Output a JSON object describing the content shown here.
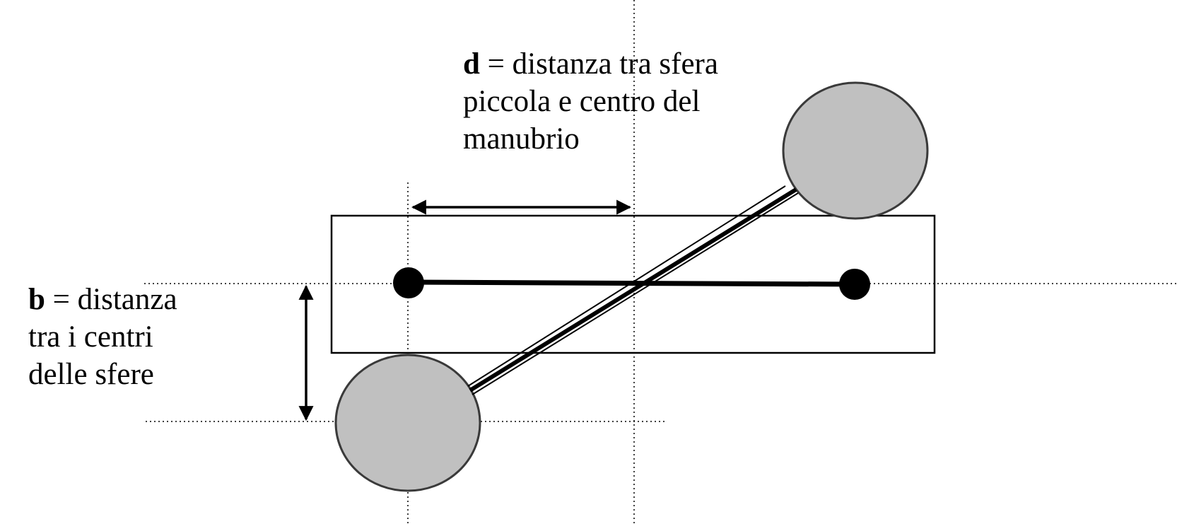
{
  "labels": {
    "d": {
      "symbol": "d",
      "line1": " = distanza tra sfera",
      "line2": "piccola e centro del",
      "line3": "manubrio"
    },
    "b": {
      "symbol": "b",
      "line1": " = distanza",
      "line2": "tra i centri",
      "line3": "delle sfere"
    }
  },
  "colors": {
    "stroke": "#000000",
    "large_sphere_fill": "#c0c0c0",
    "large_sphere_stroke": "#3a3a3a",
    "small_sphere_fill": "#000000",
    "background": "#ffffff"
  }
}
